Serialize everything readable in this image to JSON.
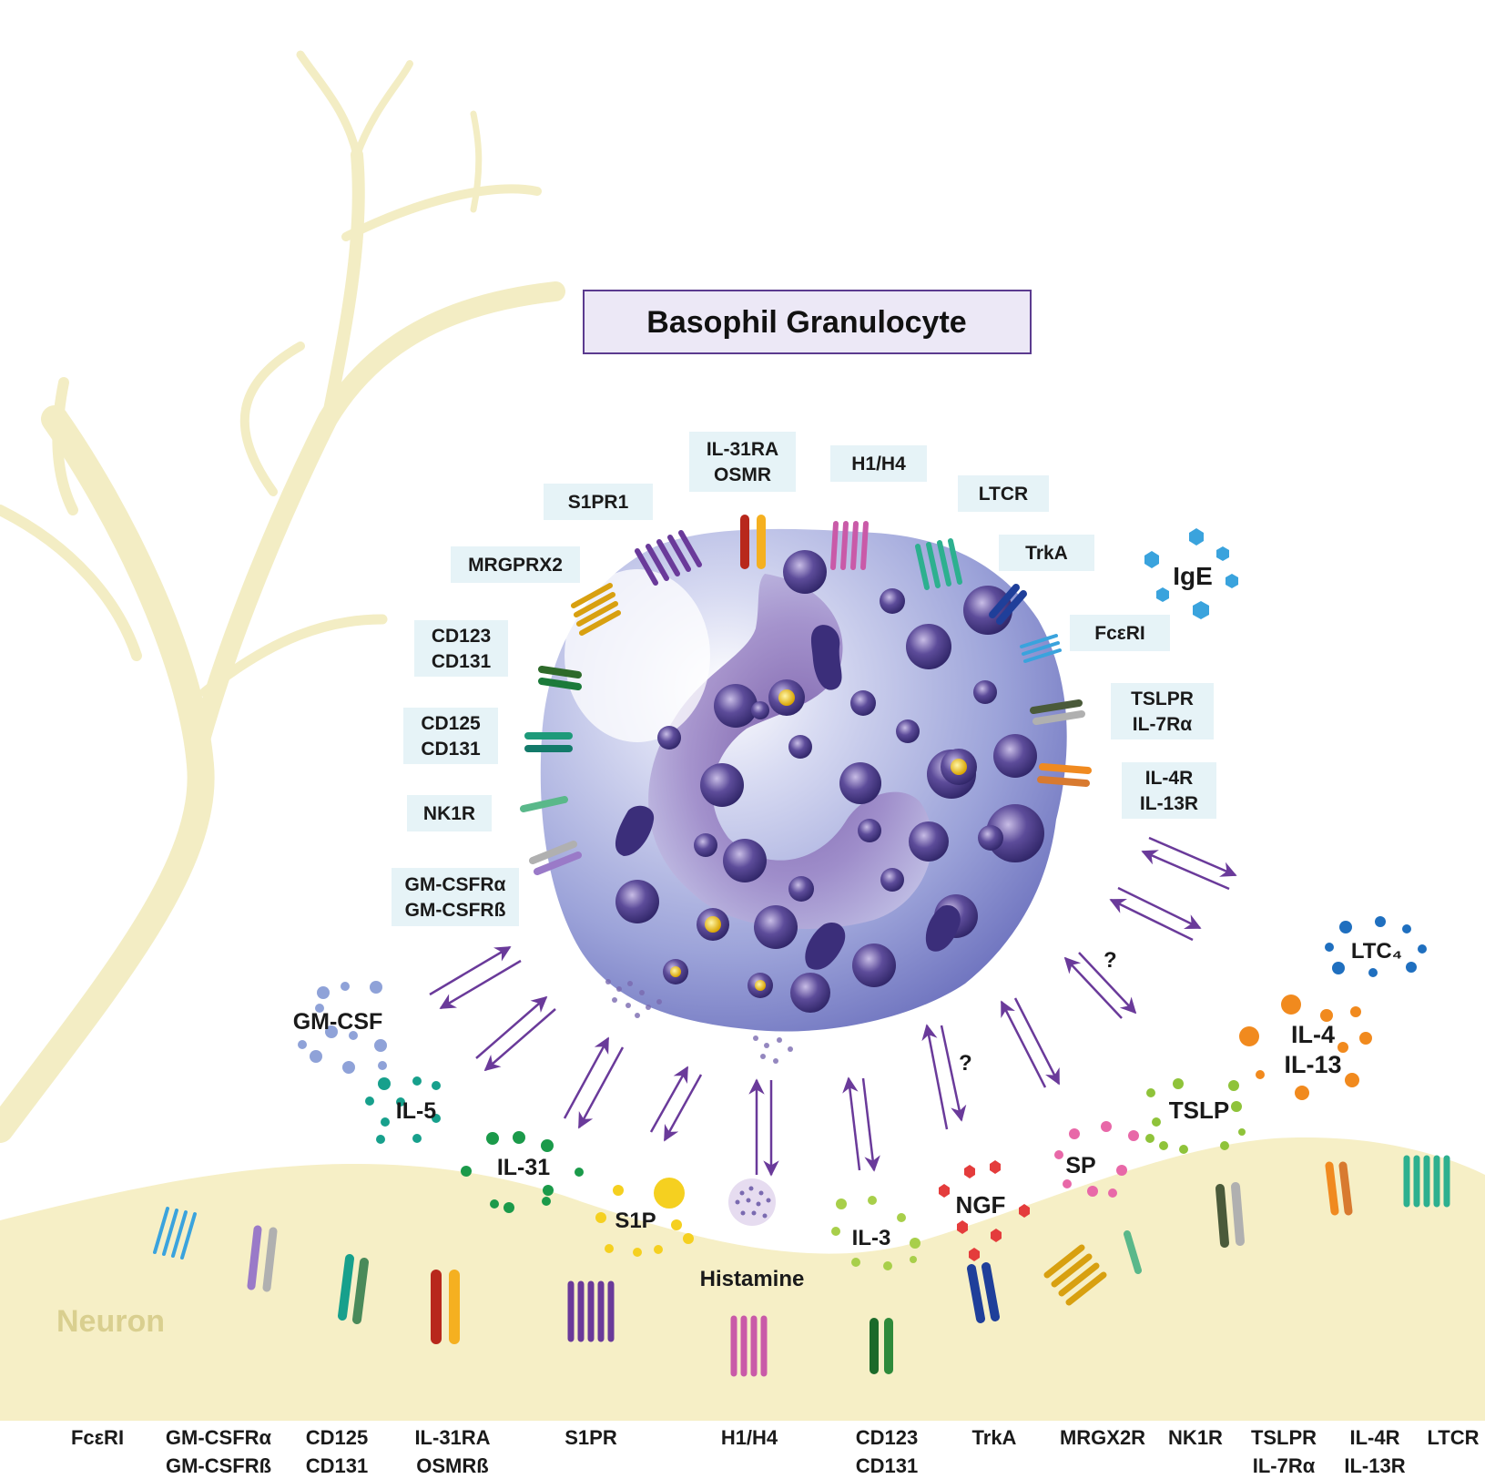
{
  "title": "Basophil Granulocyte",
  "neuron_label": "Neuron",
  "basophil_receptors": [
    {
      "id": "s1pr1",
      "lines": [
        "S1PR1"
      ]
    },
    {
      "id": "il31ra",
      "lines": [
        "IL-31RA",
        "OSMR"
      ]
    },
    {
      "id": "h1h4",
      "lines": [
        "H1/H4"
      ]
    },
    {
      "id": "ltcr",
      "lines": [
        "LTCR"
      ]
    },
    {
      "id": "trka",
      "lines": [
        "TrkA"
      ]
    },
    {
      "id": "mrgprx2",
      "lines": [
        "MRGPRX2"
      ]
    },
    {
      "id": "fceri",
      "lines": [
        "FcεRI"
      ]
    },
    {
      "id": "cd123",
      "lines": [
        "CD123",
        "CD131"
      ]
    },
    {
      "id": "tslpr",
      "lines": [
        "TSLPR",
        "IL-7Rα"
      ]
    },
    {
      "id": "cd125",
      "lines": [
        "CD125",
        "CD131"
      ]
    },
    {
      "id": "il4r",
      "lines": [
        "IL-4R",
        "IL-13R"
      ]
    },
    {
      "id": "nk1r",
      "lines": [
        "NK1R"
      ]
    },
    {
      "id": "gmcsfr",
      "lines": [
        "GM-CSFRα",
        "GM-CSFRß"
      ]
    }
  ],
  "mediators": [
    {
      "id": "ige",
      "lines": [
        "IgE"
      ],
      "color": "#3aa3dd"
    },
    {
      "id": "ltc4",
      "lines": [
        "LTC₄"
      ],
      "color": "#1f6fbf"
    },
    {
      "id": "il4",
      "lines": [
        "IL-4",
        "IL-13"
      ],
      "color": "#f18a1e"
    },
    {
      "id": "tslp",
      "lines": [
        "TSLP"
      ],
      "color": "#8fc33a"
    },
    {
      "id": "sp",
      "lines": [
        "SP"
      ],
      "color": "#e868a8"
    },
    {
      "id": "ngf",
      "lines": [
        "NGF"
      ],
      "color": "#e43c3c"
    },
    {
      "id": "il3",
      "lines": [
        "IL-3"
      ],
      "color": "#a8cf4a"
    },
    {
      "id": "histamine",
      "lines": [
        "Histamine"
      ],
      "color": "#8a7ab8"
    },
    {
      "id": "s1p",
      "lines": [
        "S1P"
      ],
      "color": "#f5d020"
    },
    {
      "id": "il31",
      "lines": [
        "IL-31"
      ],
      "color": "#1b9a4a"
    },
    {
      "id": "il5",
      "lines": [
        "IL-5"
      ],
      "color": "#17a08c"
    },
    {
      "id": "gmcsf",
      "lines": [
        "GM-CSF"
      ],
      "color": "#8fa2d8"
    }
  ],
  "question_marks": [
    "?",
    "?"
  ],
  "neuron_receptors": [
    {
      "id": "fceri",
      "lines": [
        "FcεRI"
      ]
    },
    {
      "id": "gmcsfr",
      "lines": [
        "GM-CSFRα",
        "GM-CSFRß"
      ]
    },
    {
      "id": "cd125",
      "lines": [
        "CD125",
        "CD131"
      ]
    },
    {
      "id": "il31ra",
      "lines": [
        "IL-31RA",
        "OSMRß"
      ]
    },
    {
      "id": "s1pr",
      "lines": [
        "S1PR"
      ]
    },
    {
      "id": "h1h4",
      "lines": [
        "H1/H4"
      ]
    },
    {
      "id": "cd123",
      "lines": [
        "CD123",
        "CD131"
      ]
    },
    {
      "id": "trka",
      "lines": [
        "TrkA"
      ]
    },
    {
      "id": "mrgx2r",
      "lines": [
        "MRGX2R"
      ]
    },
    {
      "id": "nk1r",
      "lines": [
        "NK1R"
      ]
    },
    {
      "id": "tslpr",
      "lines": [
        "TSLPR",
        "IL-7Rα"
      ]
    },
    {
      "id": "il4r",
      "lines": [
        "IL-4R",
        "IL-13R"
      ]
    },
    {
      "id": "ltcr",
      "lines": [
        "LTCR"
      ]
    }
  ],
  "colors": {
    "neuron": "#f6efc6",
    "cell_body": "#9ea4d8",
    "cell_dark": "#5a4a9a",
    "arrow": "#6a3a9a",
    "label_box": "#e6f3f7",
    "title_box": "#ece8f6"
  }
}
